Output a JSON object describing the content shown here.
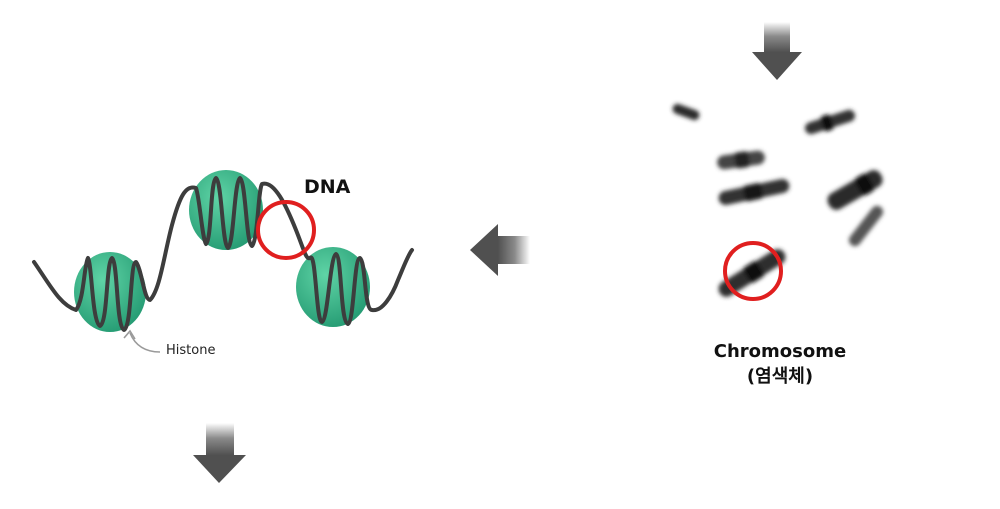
{
  "labels": {
    "dna": "DNA",
    "histone": "Histone",
    "chromosome": "Chromosome",
    "chromosome_ko": "(염색체)"
  },
  "colors": {
    "histone": "#34b488",
    "strand": "#3d3d3d",
    "highlight": "#e01f1f",
    "arrow": "#555555"
  }
}
